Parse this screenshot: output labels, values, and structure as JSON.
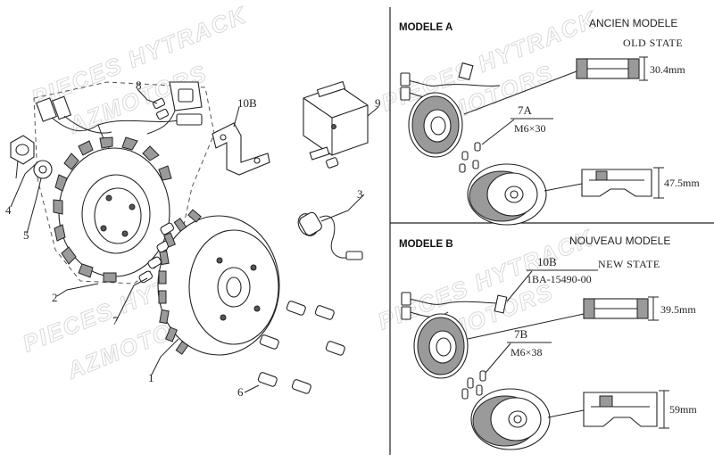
{
  "watermarks": [
    "PIECES HYTRACK",
    "AZMOTORS"
  ],
  "callouts": {
    "c1": "1",
    "c2": "2",
    "c3": "3",
    "c4": "4",
    "c5": "5",
    "c6": "6",
    "c7": "7",
    "c8": "8",
    "c9": "9",
    "c10b": "10B"
  },
  "modele_a": {
    "title": "MODELE A",
    "subtitle": "ANCIEN MODELE",
    "state": "OLD STATE",
    "part_ref": "7A",
    "bolt_spec": "M6×30",
    "dim_stator": "30.4mm",
    "dim_flywheel": "47.5mm"
  },
  "modele_b": {
    "title": "MODELE B",
    "subtitle": "NOUVEAU MODELE",
    "state": "NEW STATE",
    "bracket_ref": "10B",
    "bracket_part_no": "1BA-15490-00",
    "part_ref": "7B",
    "bolt_spec": "M6×38",
    "dim_stator": "39.5mm",
    "dim_flywheel": "59mm"
  }
}
